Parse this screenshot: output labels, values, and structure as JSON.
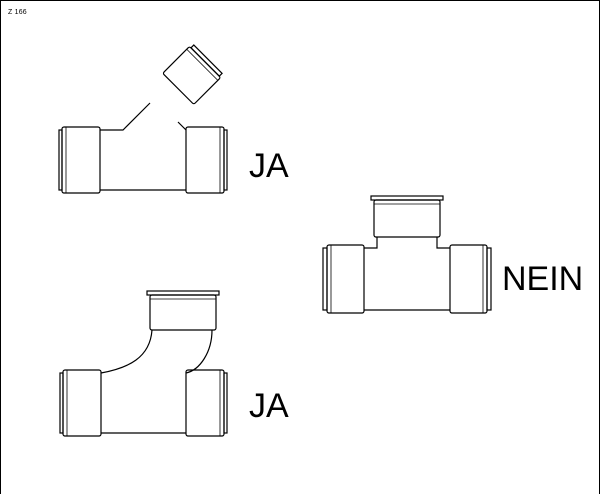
{
  "code": "Z 166",
  "fittings": [
    {
      "name": "y-branch-fitting",
      "verdict": "JA"
    },
    {
      "name": "equal-tee-fitting",
      "verdict": "NEIN"
    },
    {
      "name": "swept-tee-fitting",
      "verdict": "JA"
    }
  ]
}
